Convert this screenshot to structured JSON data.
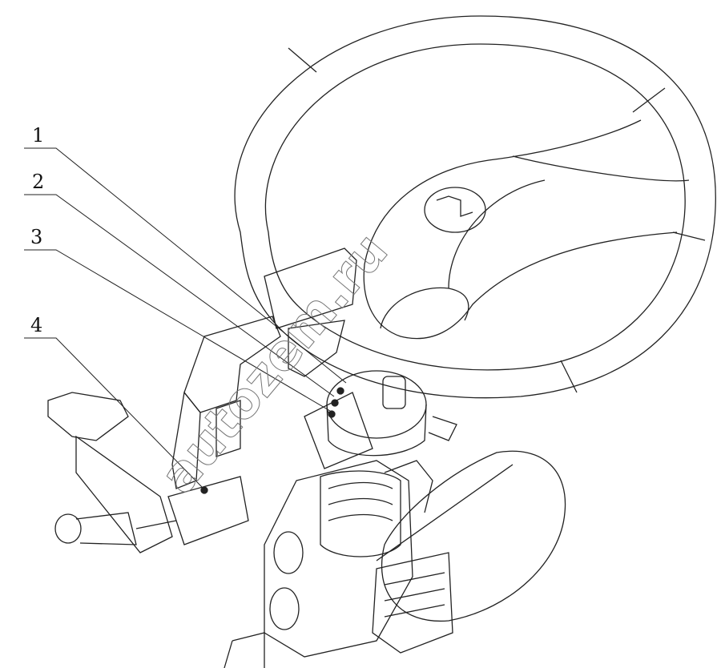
{
  "callouts": [
    {
      "label": "1"
    },
    {
      "label": "2"
    },
    {
      "label": "3"
    },
    {
      "label": "4"
    }
  ],
  "watermark": "autozem.ru"
}
